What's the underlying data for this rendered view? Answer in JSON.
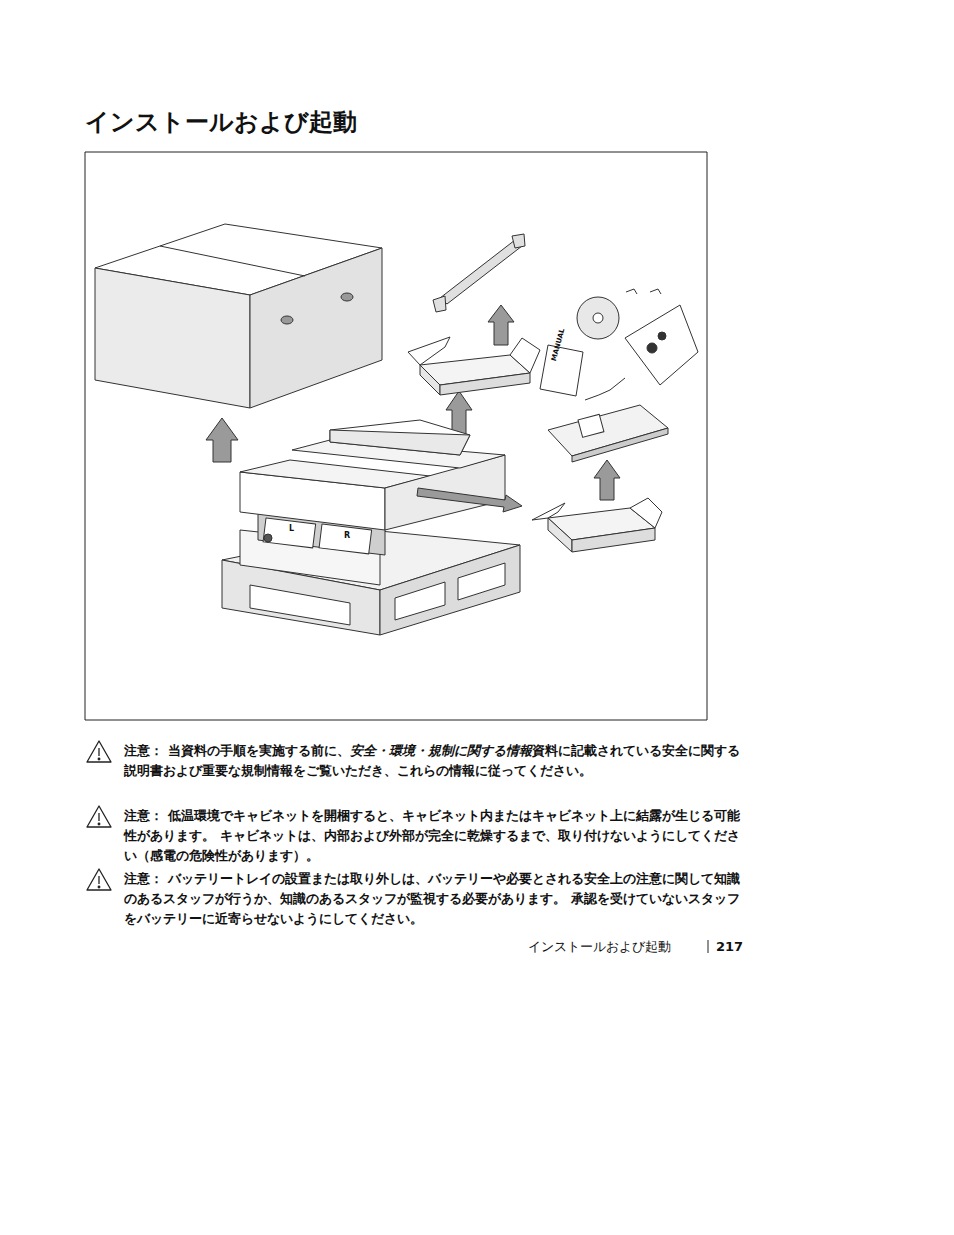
{
  "diagram": {
    "title": "インストールおよび起動",
    "labels": [
      "注意：",
      "当資料の手順を実施する前に、",
      "安全・環境・規制に関する情報",
      "資料に記載されている安全に関する説明書および重要な規制情報をご覧いただき、これらの情報に従ってください。",
      "注意：",
      "低温環境でキャビネットを開梱すると、キャビネット内またはキャビネット上に結露が生じる可能性があります。 キャビネットは、内部および外部が完全に乾燥するまで、取り付けないようにしてください（感電の危険性があります）。",
      "注意：",
      "バッテリートレイの設置または取り外しは、バッテリーや必要とされる安全上の注意に関して知識のあるスタッフが行うか、知識のあるスタッフが監視する必要があります。 承認を受けていないスタッフをバッテリーに近寄らせないようにしてください。",
      "インストールおよび起動",
      "217",
      "MANUAL",
      "L",
      "R"
    ]
  }
}
